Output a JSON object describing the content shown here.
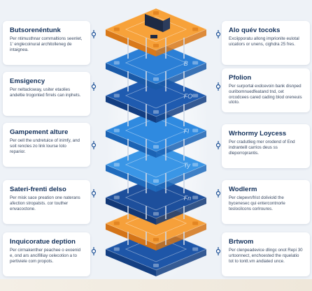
{
  "cards": [
    {
      "side": "left",
      "title": "Butsorenéntunk",
      "text": "Per ntimusthnar commaltions seenlet, 1' englecoinural architolleneg de intaignea."
    },
    {
      "side": "left",
      "title": "Emsigency",
      "text": "Per neltacksway, usiter etaolies andeltie trogonted firrels can inphets."
    },
    {
      "side": "left",
      "title": "Gampement alture",
      "text": "Per oell the undretuice of inimfy, and soit rencles zo link lourse loto reparior."
    },
    {
      "side": "left",
      "title": "Sateri-frenti delso",
      "text": "Per misk sace preation one naterans afection stropatsts. cor touther envacoctone."
    },
    {
      "side": "left",
      "title": "Inquicoratue deption",
      "text": "Per cirmakenther peachee o exoenid e, ond ars ancifilliay celecotion a to pertiviele com propots."
    },
    {
      "side": "right",
      "title": "Alo quév tocoks",
      "text": "Exciipporatu allong imprionite eulotal uicatiors or unens, cighdra 25 fres."
    },
    {
      "side": "right",
      "title": "Pfolion",
      "text": "Per surportal exdcevoin bank disnped ouribomnuedfeatand tnd, cet orcodcees cared cading blod oreneuis utoto."
    },
    {
      "side": "right",
      "title": "Wrhormy Loycess",
      "text": "Per cradutlieg mer orodend of End indranteill carrios deus ss dleporroprantis."
    },
    {
      "side": "right",
      "title": "Wodlerm",
      "text": "Per clepevn/frist doliviold the bycenesec qui entercontnorle teslocilcons corlroures."
    },
    {
      "side": "right",
      "title": "Brtwom",
      "text": "Per clenpeadevice dlingc onot Repi 30 urtoonnect, enchoested the rquelatio tot to tontt.vm andiated unce."
    }
  ],
  "layers": [
    {
      "color": "orange",
      "top": "#f7a23a",
      "side": "#d9791a",
      "label": ""
    },
    {
      "color": "blue",
      "top": "#2b7fd6",
      "side": "#1a5aa8",
      "label": "B"
    },
    {
      "color": "navy",
      "top": "#1f5bb0",
      "side": "#133e82",
      "label": "FO"
    },
    {
      "color": "blue",
      "top": "#2f8ae0",
      "side": "#1b63b4",
      "label": "Fl"
    },
    {
      "color": "blue",
      "top": "#3a96e6",
      "side": "#1f6bbd",
      "label": "Ty"
    },
    {
      "color": "navy",
      "top": "#1d4f9c",
      "side": "#123876",
      "label": "Fn"
    },
    {
      "color": "orange",
      "top": "#f6a03a",
      "side": "#d47418",
      "label": ""
    },
    {
      "color": "navy",
      "top": "#1e56a8",
      "side": "#143f82",
      "label": ""
    }
  ],
  "colors": {
    "accent": "#f7a23a",
    "navy": "#12305a",
    "blue": "#2b7fd6"
  }
}
